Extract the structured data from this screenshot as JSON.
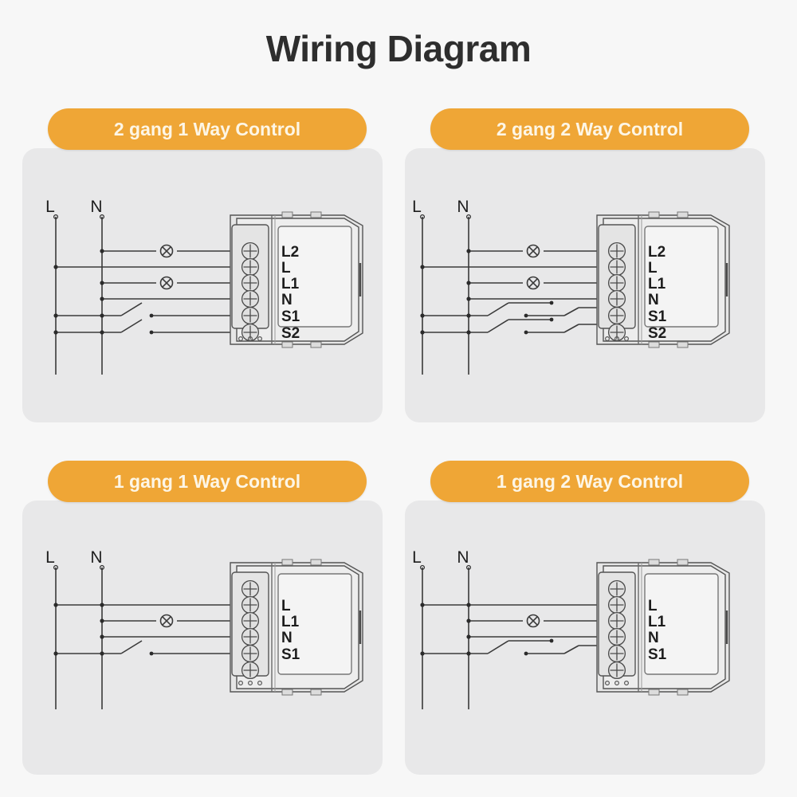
{
  "page": {
    "title": "Wiring Diagram",
    "background_color": "#f7f7f7",
    "panel_color": "#e8e8e9",
    "accent_color": "#efa636",
    "badge_text_color": "#fdf6e6",
    "line_color": "#3a3a3a"
  },
  "panels": [
    {
      "id": "two-gang-one-way",
      "badge_label": "2 gang 1 Way Control",
      "gangs": 2,
      "ways": 1,
      "bus_labels": {
        "live": "L",
        "neutral": "N"
      },
      "lamp_count": 2,
      "switch_count": 1,
      "switches_per_circuit": 1,
      "terminal_labels": [
        "L2",
        "L",
        "L1",
        "N",
        "S1",
        "S2"
      ],
      "terminal_count": 6,
      "indicator_dots": 3
    },
    {
      "id": "two-gang-two-way",
      "badge_label": "2 gang 2 Way Control",
      "gangs": 2,
      "ways": 2,
      "bus_labels": {
        "live": "L",
        "neutral": "N"
      },
      "lamp_count": 2,
      "switch_count": 2,
      "switches_per_circuit": 2,
      "terminal_labels": [
        "L2",
        "L",
        "L1",
        "N",
        "S1",
        "S2"
      ],
      "terminal_count": 6,
      "indicator_dots": 3
    },
    {
      "id": "one-gang-one-way",
      "badge_label": "1 gang 1 Way Control",
      "gangs": 1,
      "ways": 1,
      "bus_labels": {
        "live": "L",
        "neutral": "N"
      },
      "lamp_count": 1,
      "switch_count": 1,
      "switches_per_circuit": 1,
      "terminal_labels": [
        "L",
        "L1",
        "N",
        "S1"
      ],
      "terminal_count": 6,
      "indicator_dots": 3
    },
    {
      "id": "one-gang-two-way",
      "badge_label": "1 gang 2 Way Control",
      "gangs": 1,
      "ways": 2,
      "bus_labels": {
        "live": "L",
        "neutral": "N"
      },
      "lamp_count": 1,
      "switch_count": 2,
      "switches_per_circuit": 2,
      "terminal_labels": [
        "L",
        "L1",
        "N",
        "S1"
      ],
      "terminal_count": 6,
      "indicator_dots": 3
    }
  ]
}
